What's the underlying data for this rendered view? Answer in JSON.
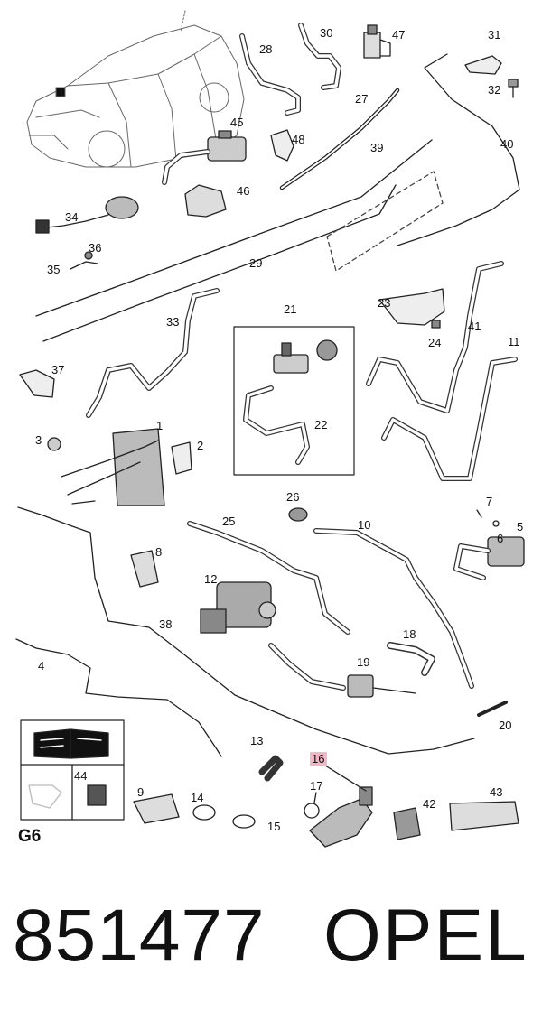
{
  "diagram": {
    "group_code": "G6",
    "highlighted_callout": "16",
    "highlight_color": "#f4b6c6",
    "callouts": [
      "1",
      "2",
      "3",
      "4",
      "5",
      "6",
      "7",
      "8",
      "9",
      "10",
      "11",
      "12",
      "13",
      "14",
      "15",
      "16",
      "17",
      "18",
      "19",
      "20",
      "21",
      "22",
      "23",
      "24",
      "25",
      "26",
      "27",
      "28",
      "29",
      "30",
      "31",
      "32",
      "33",
      "34",
      "35",
      "36",
      "37",
      "38",
      "39",
      "40",
      "41",
      "42",
      "43",
      "44",
      "45",
      "46",
      "47",
      "48"
    ]
  },
  "footer": {
    "part_number": "851477",
    "brand": "OPEL"
  }
}
